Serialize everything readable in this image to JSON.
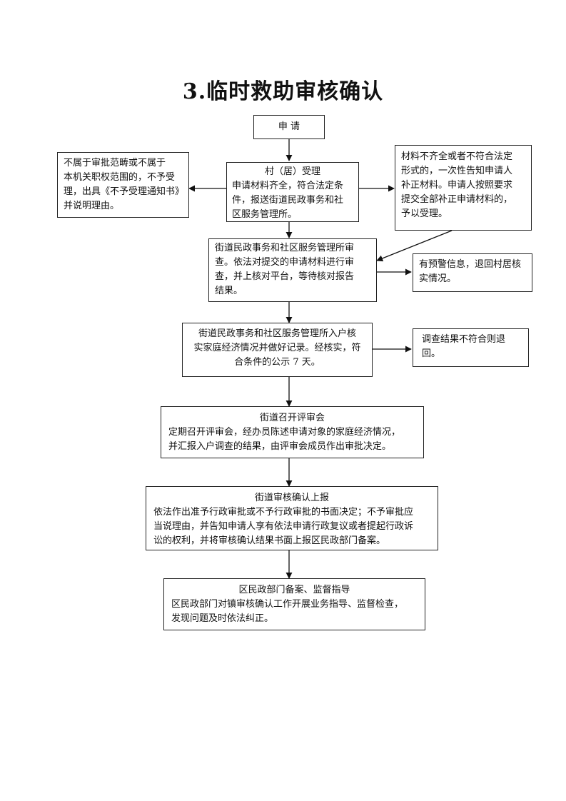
{
  "title": "3.临时救助审核确认",
  "nodes": {
    "apply": {
      "text": "申 请"
    },
    "reject_left": {
      "lines": [
        "不属于审批范畴或不属于",
        "本机关职权范围的，不予受",
        "理，出具《不予受理通知书》",
        "并说明理由。"
      ]
    },
    "village_accept": {
      "heading": "村（居）受理",
      "lines": [
        "申请材料齐全，符合法定条",
        "件，报送街道民政事务和社",
        "区服务管理所。"
      ]
    },
    "supplement_right": {
      "lines": [
        "材料不齐全或者不符合法定",
        "形式的，一次性告知申请人",
        "补正材料。申请人按照要求",
        "提交全部补正申请材料的，",
        "予以受理。"
      ]
    },
    "street_review": {
      "lines": [
        "街道民政事务和社区服务管理所审",
        "查。依法对提交的申请材料进行审",
        "查，并上核对平台，等待核对报告",
        "结果。"
      ]
    },
    "warning_return": {
      "lines": [
        "有预警信息，退回村居核",
        "实情况。"
      ]
    },
    "household_check": {
      "lines": [
        "街道民政事务和社区服务管理所入户核",
        "实家庭经济情况并做好记录。经核实，符",
        "合条件的公示 7 天。"
      ]
    },
    "not_qualified": {
      "lines": [
        "调查结果不符合则退",
        "回。"
      ]
    },
    "review_meeting": {
      "heading": "街道召开评审会",
      "lines": [
        "定期召开评审会，经办员陈述申请对象的家庭经济情况，",
        "并汇报入户调查的结果，由评审会成员作出审批决定。"
      ]
    },
    "confirm_report": {
      "heading": "街道审核确认上报",
      "lines": [
        "依法作出准予行政审批或不予行政审批的书面决定；不予审批应",
        "当说理由，并告知申请人享有依法申请行政复议或者提起行政诉",
        "讼的权利，并将审核确认结果书面上报区民政部门备案。"
      ]
    },
    "district_filing": {
      "heading": "区民政部门备案、监督指导",
      "lines": [
        "区民政部门对镇审核确认工作开展业务指导、监督检查，",
        "发现问题及时依法纠正。"
      ]
    }
  }
}
